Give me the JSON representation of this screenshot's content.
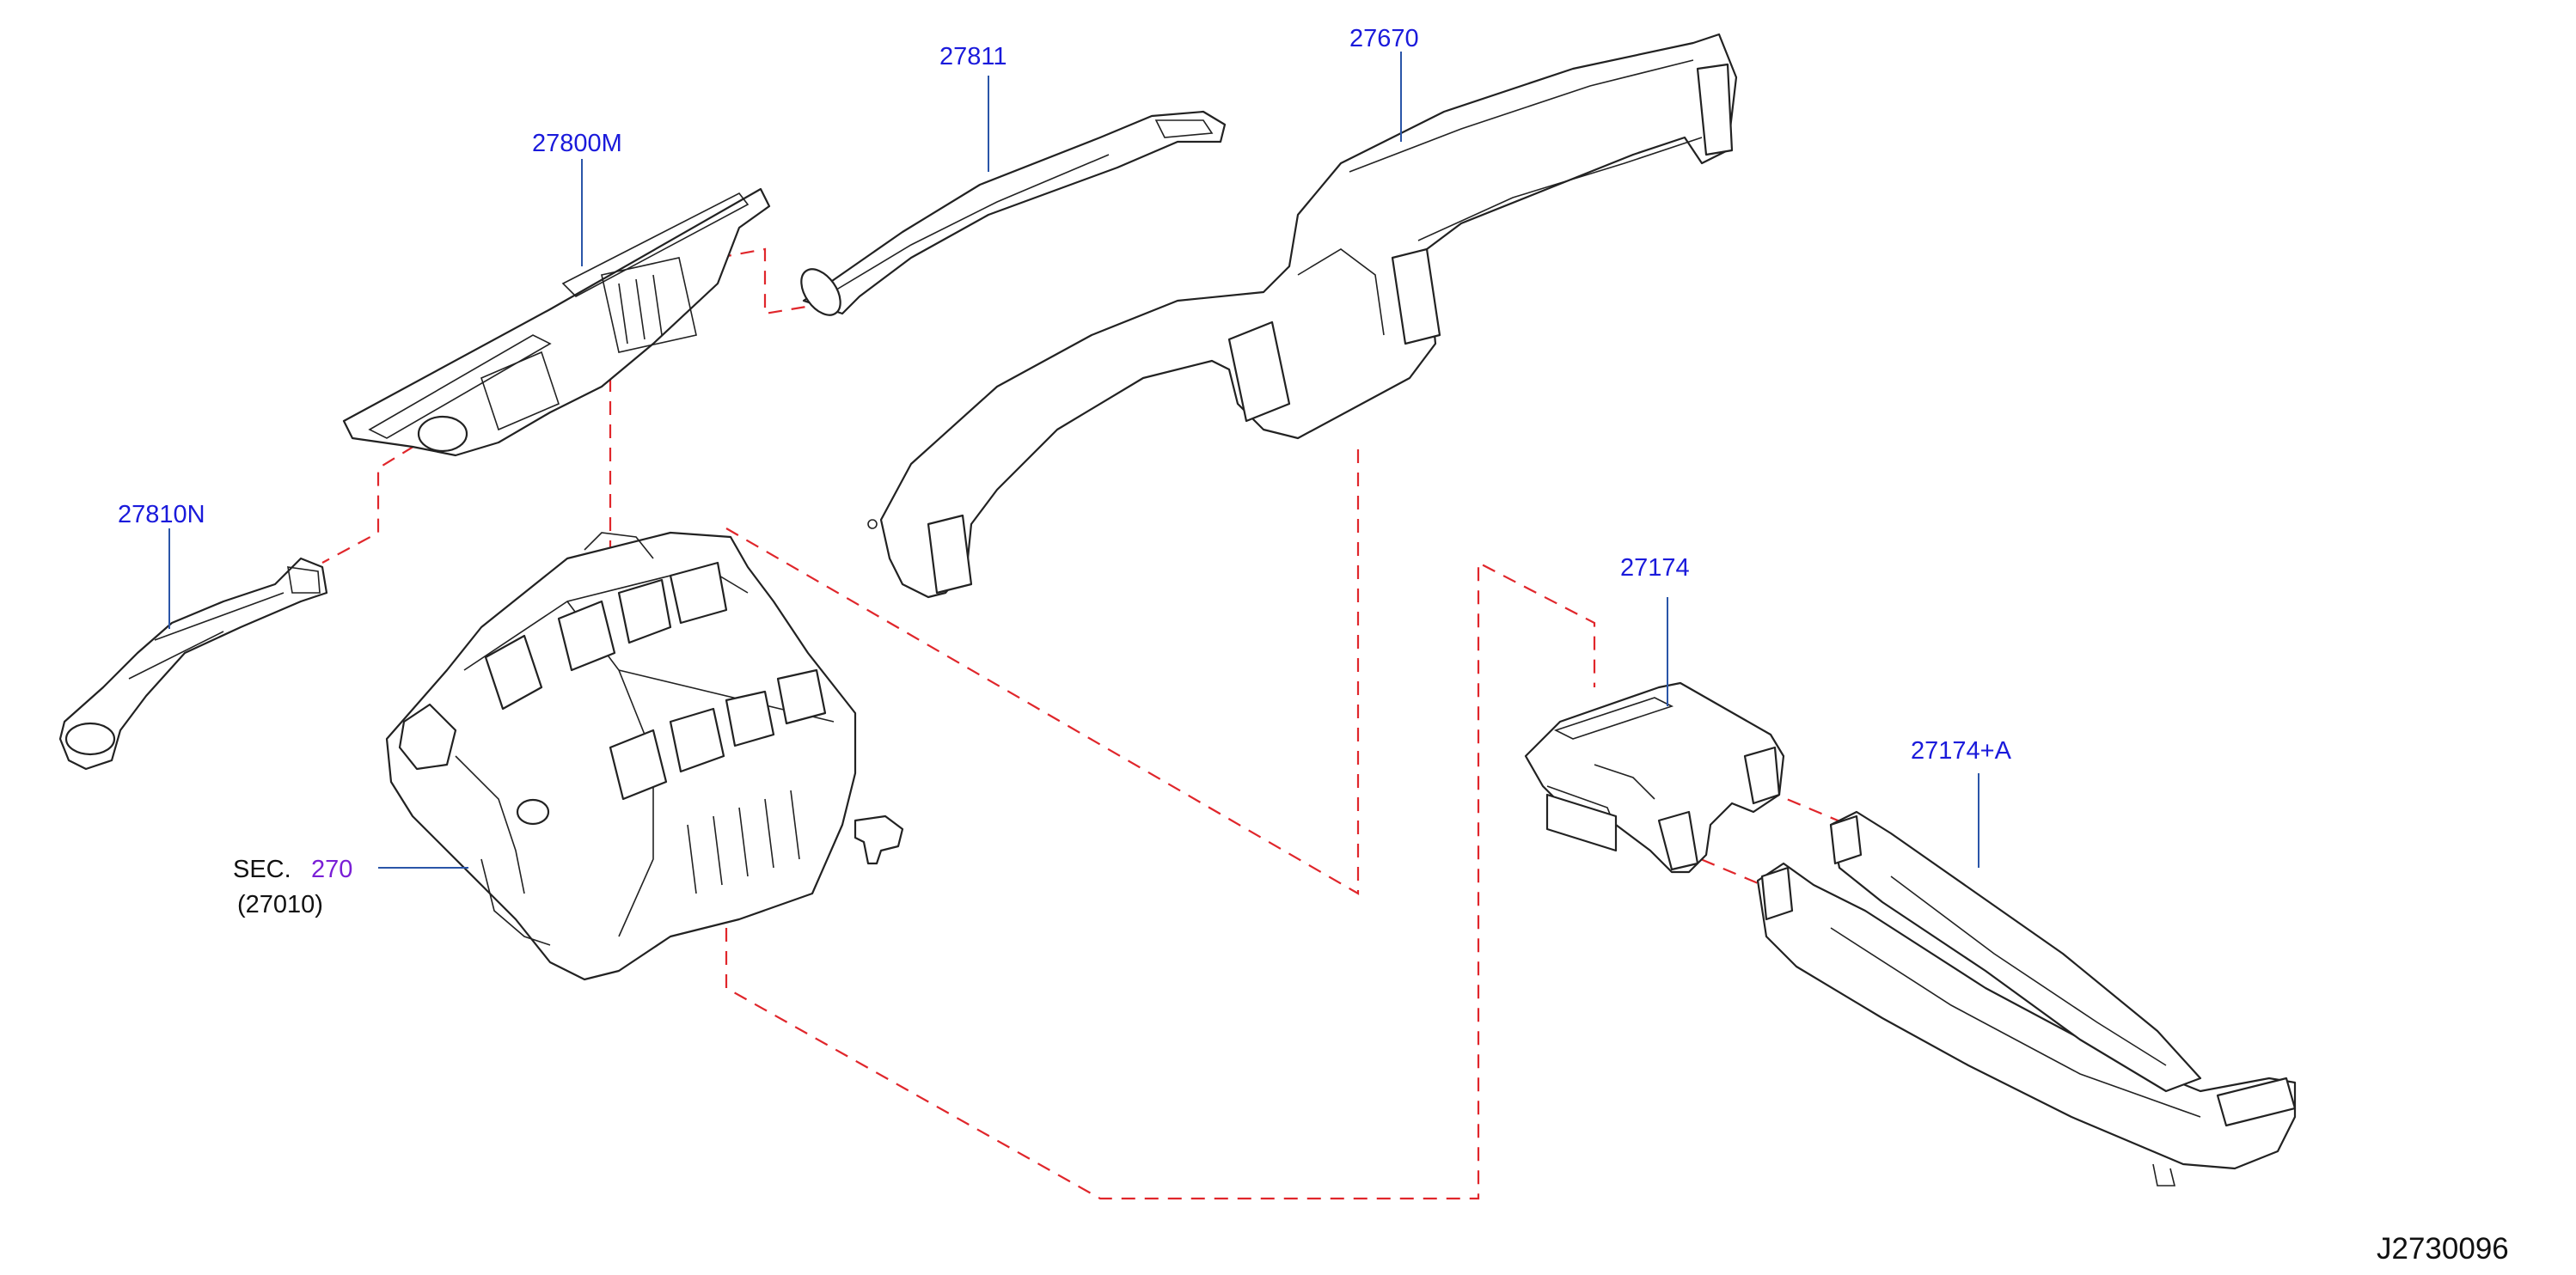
{
  "parts": {
    "p27811": "27811",
    "p27670": "27670",
    "p27800M": "27800M",
    "p27810N": "27810N",
    "p27174": "27174",
    "p27174A": "27174+A"
  },
  "section_ref": {
    "prefix": "SEC.",
    "number": "270",
    "sub": "(27010)"
  },
  "drawing_id": "J2730096",
  "colors": {
    "part_label": "#1a1adb",
    "section_link": "#7a1fd6",
    "dashed_connector": "#e0262b",
    "leader_line": "#2a55a8"
  }
}
